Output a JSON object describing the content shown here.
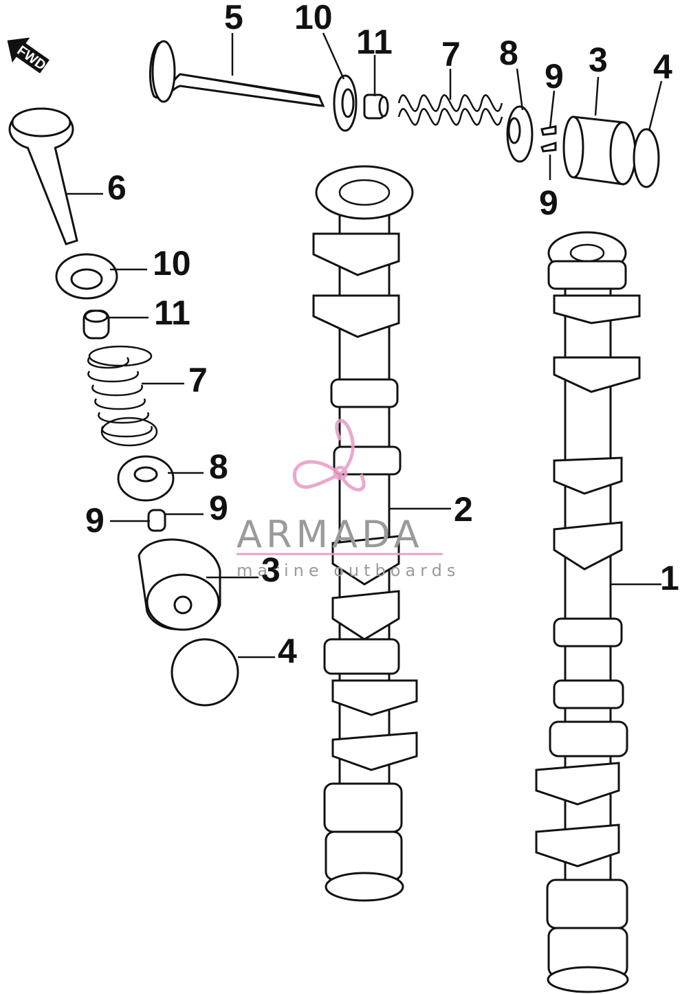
{
  "fwd_badge": "FWD",
  "watermark": {
    "brand": "ARMADA",
    "tagline": "marine outboards",
    "accent_color": "#e8a0c8"
  },
  "callouts": {
    "c1": "1",
    "c2": "2",
    "c3_top": "3",
    "c3_left": "3",
    "c4_top": "4",
    "c4_left": "4",
    "c5": "5",
    "c6": "6",
    "c7_top": "7",
    "c7_left": "7",
    "c8_top": "8",
    "c8_left": "8",
    "c9_top_a": "9",
    "c9_top_b": "9",
    "c9_left_a": "9",
    "c9_left_b": "9",
    "c10_top": "10",
    "c10_left": "10",
    "c11_top": "11",
    "c11_left": "11"
  }
}
